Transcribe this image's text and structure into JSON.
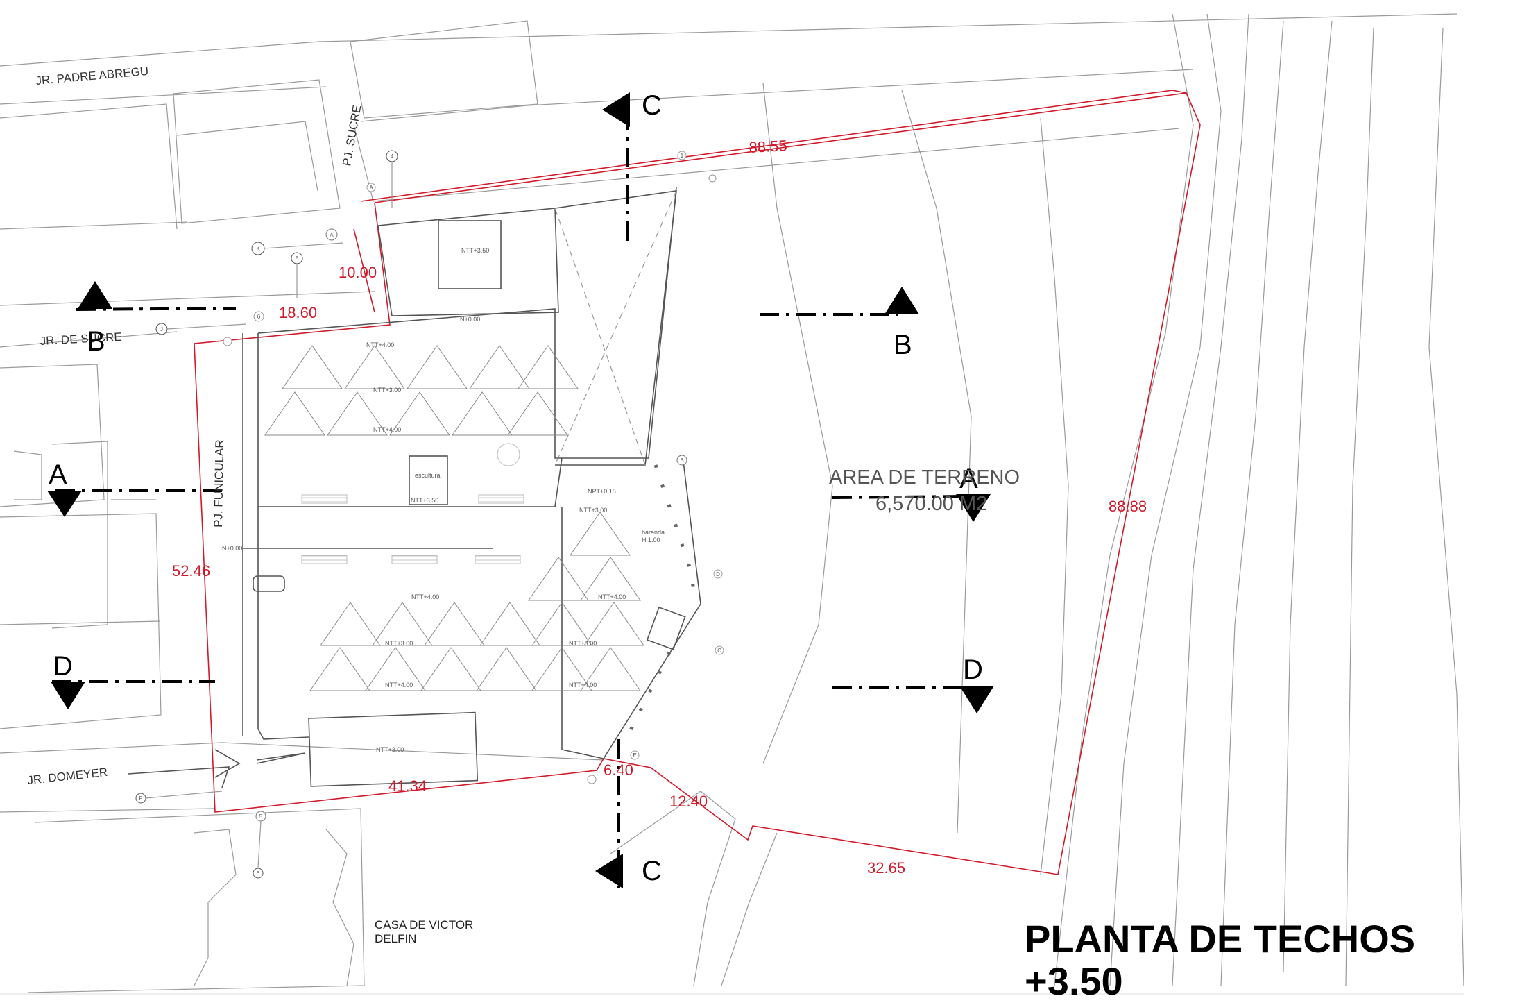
{
  "streets": {
    "padre_abregu": "JR. PADRE ABREGU",
    "pj_sucre": "PJ. SUCRE",
    "jr_sucre": "JR. DE SUCRE",
    "pj_funicular": "PJ. FUNICULAR",
    "jr_domeyer": "JR. DOMEYER"
  },
  "dimensions": {
    "north": "88.55",
    "east": "88.88",
    "west": "52.46",
    "south_main": "41.34",
    "south_step1": "6.40",
    "south_step2": "12.40",
    "south_east": "32.65",
    "corner_short": "10.00",
    "corner_long": "18.60"
  },
  "levels": {
    "kiosk": "NTT+3.50",
    "plaza_top": "N+0.00",
    "upper_row1": "NTT+4.00",
    "upper_row2": "NTT+3.00",
    "upper_row3": "NTT+4.00",
    "center_box": "NTT+3.50",
    "npt": "NPT+0.15",
    "right_a": "NTT+3.00",
    "right_b": "NTT+4.00",
    "lower_a": "NTT+4.00",
    "lower_b": "NTT+3.00",
    "lower_c": "NTT+4.00",
    "lower_d": "NTT+3.00",
    "lower_e": "NTT+4.00",
    "n_left": "N+0.00",
    "south_building": "NTT+3.00",
    "baranda": "baranda",
    "baranda_h": "H:1.00",
    "escultura": "escultura"
  },
  "sections": {
    "a": "A",
    "b": "B",
    "c": "C",
    "d": "D"
  },
  "site": {
    "area_label": "AREA DE TERRENO",
    "area_value": "6,570.00 M2"
  },
  "owner": {
    "line1": "CASA DE VICTOR",
    "line2": "DELFIN"
  },
  "grid_markers": {
    "m4": "4",
    "mA1": "A",
    "mA2": "A",
    "mK": "K",
    "m5": "5",
    "mJ": "J",
    "m6": "6",
    "mB": "B",
    "mC": "C",
    "mD": "D",
    "mE": "E",
    "m1": "1",
    "mF": "F",
    "mS": "5",
    "m6b": "6"
  },
  "title": {
    "line1": "PLANTA DE TECHOS",
    "line2": "+3.50"
  }
}
